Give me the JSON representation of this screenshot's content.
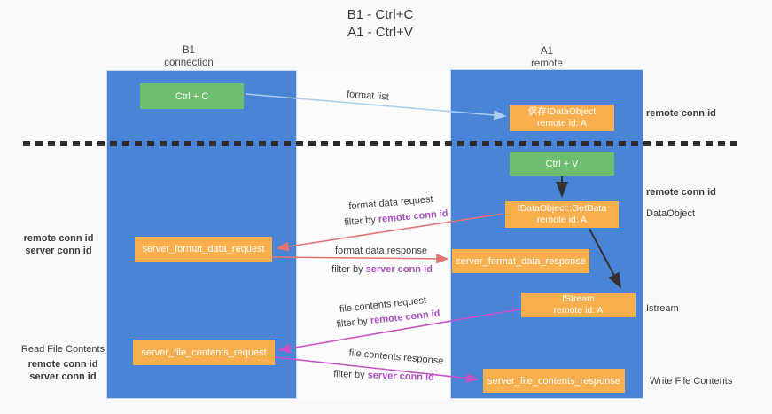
{
  "title": {
    "line1": "B1 - Ctrl+C",
    "line2": "A1 - Ctrl+V"
  },
  "columns": {
    "left": {
      "name": "B1",
      "role": "connection"
    },
    "right": {
      "name": "A1",
      "role": "remote"
    }
  },
  "nodes": {
    "ctrl_c": {
      "label": "Ctrl + C"
    },
    "saved_idataobject": {
      "line1": "保存IDataObject",
      "line2": "remote id: A"
    },
    "ctrl_v": {
      "label": "Ctrl + V"
    },
    "idataobject_getdata": {
      "line1": "IDataObject::GetData",
      "line2": "remote id: A"
    },
    "server_format_data_request": {
      "label": "server_format_data_request"
    },
    "server_format_data_response": {
      "label": "server_format_data_response"
    },
    "istream": {
      "line1": "IStream",
      "line2": "remote id: A"
    },
    "server_file_contents_request": {
      "label": "server_file_contents_request"
    },
    "server_file_contents_response": {
      "label": "server_file_contents_response"
    }
  },
  "edge_labels": {
    "format_list": "format list",
    "format_data_request": "format data request",
    "format_data_response": "format data response",
    "file_contents_request": "file contents request",
    "file_contents_response": "file contents response",
    "filter_by": "filter by ",
    "remote_conn_id": "remote conn id",
    "server_conn_id": "server conn id"
  },
  "annotations": {
    "remote_conn_id_top_right": "remote conn id",
    "remote_conn_id_mid_right": "remote conn id",
    "dataobject": "DataObject",
    "istream": "Istream",
    "write_file_contents": "Write File Contents",
    "read_file_contents": "Read File Contents",
    "remote_conn_id_left": "remote conn id",
    "server_conn_id_left": "server conn id",
    "remote_conn_id_bottom_left": "remote conn id",
    "server_conn_id_bottom_left": "server conn id"
  },
  "colors": {
    "column_blue": "#4A84D7",
    "box_green": "#6EBE70",
    "box_orange": "#F9AF4D",
    "arrow_red": "#E57373",
    "arrow_magenta": "#C653C6",
    "arrow_light_blue": "#A8CFF0",
    "arrow_black": "#333333",
    "text_purple": "#AA50C0",
    "text_green": "#4DA653"
  }
}
